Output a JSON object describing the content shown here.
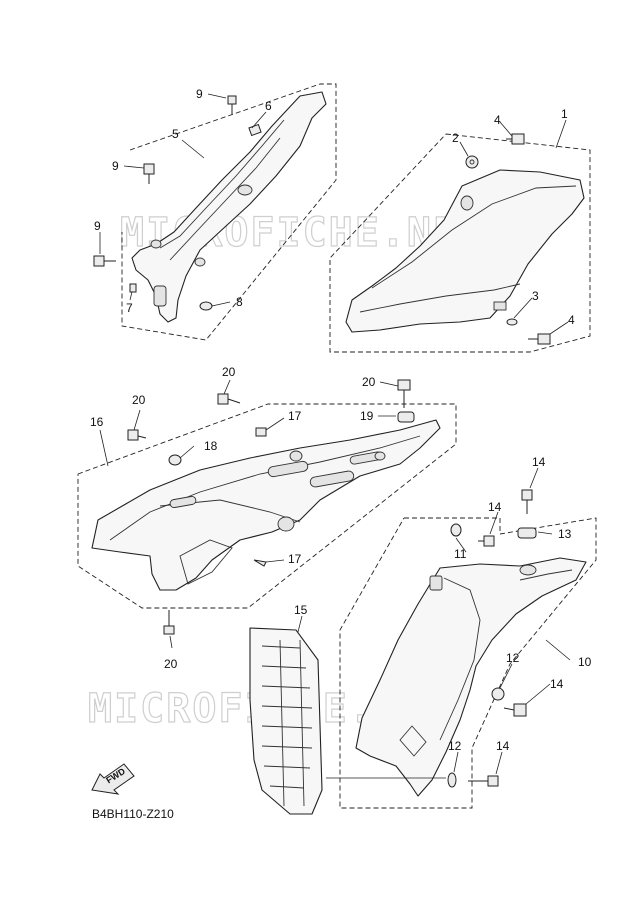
{
  "watermark": "MICROFICHE.NET",
  "diagram_code": "B4BH110-Z210",
  "fwd_label": "FWD",
  "callouts": {
    "c1": "1",
    "c2": "2",
    "c3": "3",
    "c4a": "4",
    "c4b": "4",
    "c5": "5",
    "c6": "6",
    "c7": "7",
    "c8": "8",
    "c9a": "9",
    "c9b": "9",
    "c9c": "9",
    "c10": "10",
    "c11": "11",
    "c12a": "12",
    "c12b": "12",
    "c13": "13",
    "c14a": "14",
    "c14b": "14",
    "c14c": "14",
    "c14d": "14",
    "c15": "15",
    "c16": "16",
    "c17a": "17",
    "c17b": "17",
    "c18": "18",
    "c19": "19",
    "c20a": "20",
    "c20b": "20",
    "c20c": "20",
    "c20d": "20"
  }
}
